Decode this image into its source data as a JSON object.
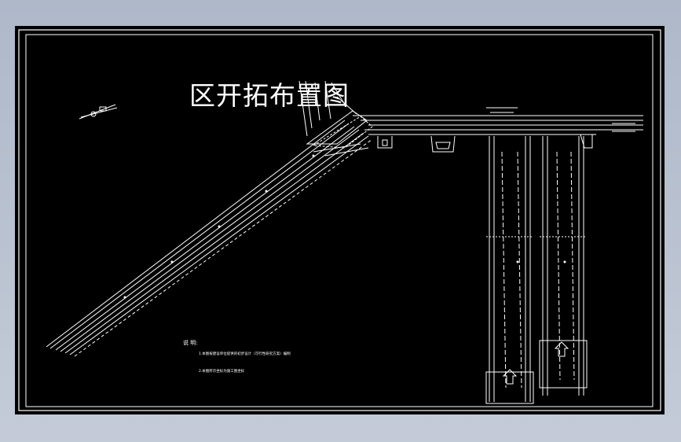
{
  "drawing": {
    "title": "区开拓布置图",
    "notes_heading": "说 明:",
    "note_1": "1.本图按建设单位提供的初步设计（可行性研究方案）编制",
    "note_2": "2.本图所示坐标为施工图坐标"
  },
  "colors": {
    "sheet_background": "#000000",
    "linework": "#ffffff",
    "page_background": "#b6bfcf"
  }
}
